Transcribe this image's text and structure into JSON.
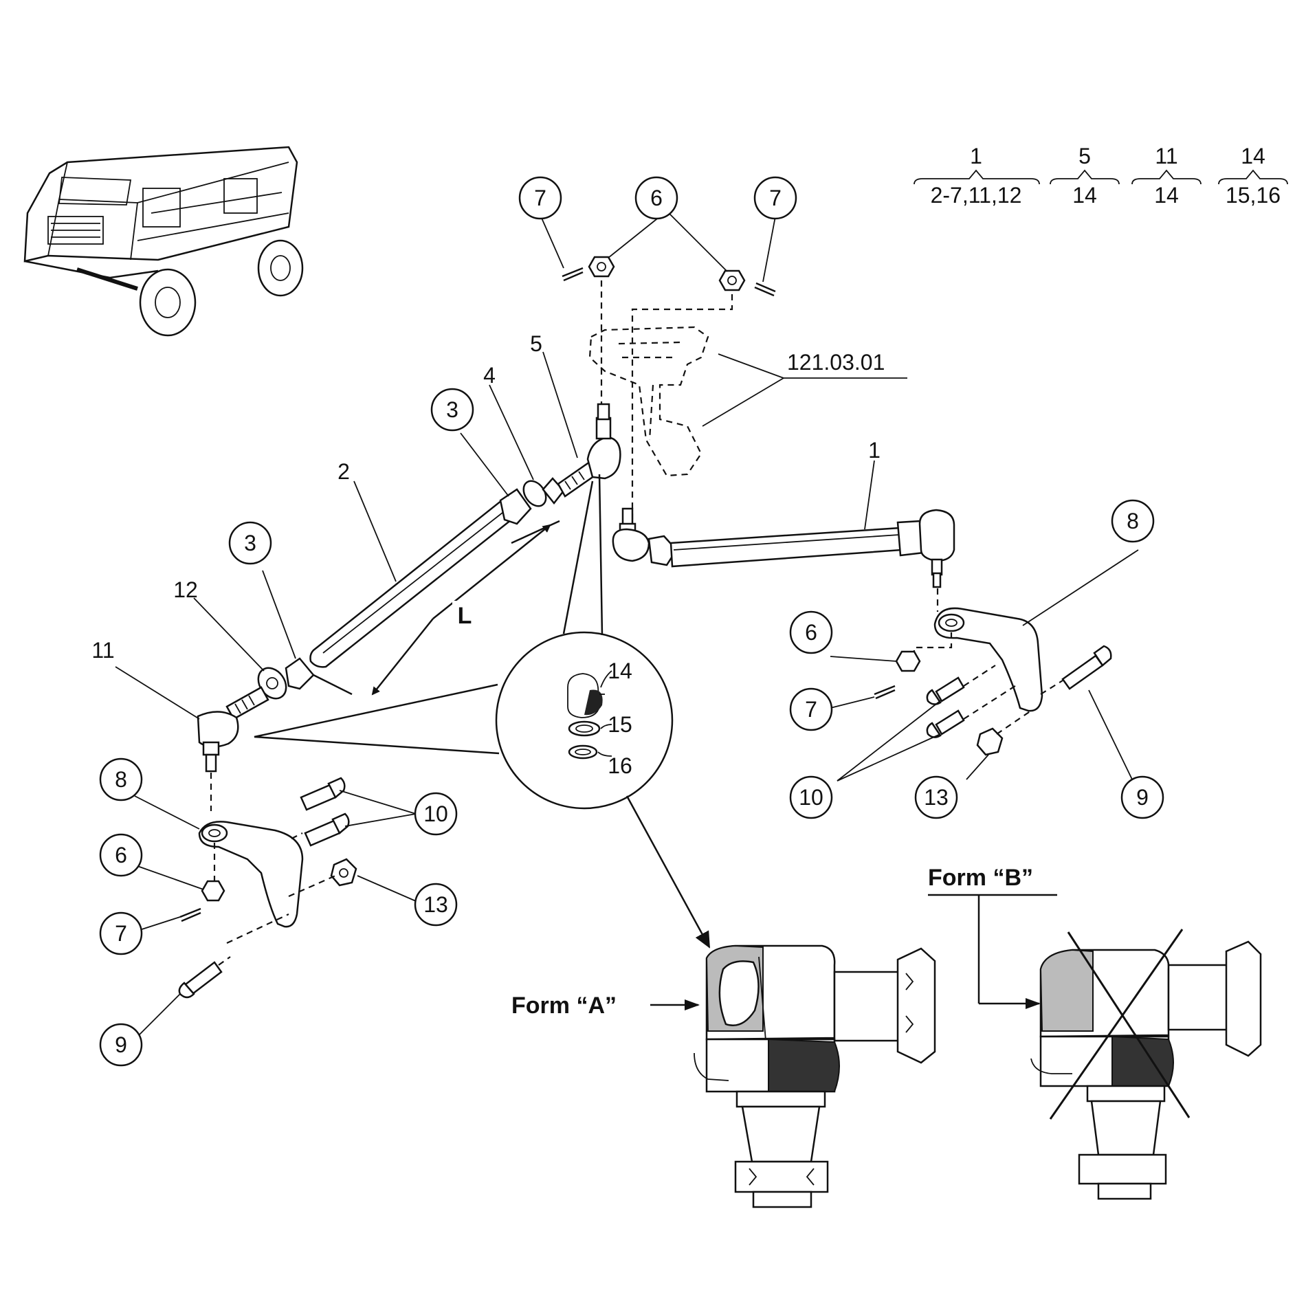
{
  "legend": [
    {
      "top": "1",
      "bottom": "2-7,11,12"
    },
    {
      "top": "5",
      "bottom": "14"
    },
    {
      "top": "11",
      "bottom": "14"
    },
    {
      "top": "14",
      "bottom": "15,16"
    }
  ],
  "reference_label": "121.03.01",
  "dimension_label": "L",
  "form_a_label": "Form “A”",
  "form_b_label": "Form “B”",
  "callouts": {
    "c1": "1",
    "c2": "2",
    "c3a": "3",
    "c3b": "3",
    "c4": "4",
    "c5": "5",
    "c6top": "6",
    "c6right": "6",
    "c6left": "6",
    "c7topleft": "7",
    "c7topright": "7",
    "c7right": "7",
    "c7left": "7",
    "c8right": "8",
    "c8left": "8",
    "c9right": "9",
    "c9left": "9",
    "c10right": "10",
    "c10left": "10",
    "c11": "11",
    "c12": "12",
    "c13right": "13",
    "c13left": "13",
    "c14": "14",
    "c15": "15",
    "c16": "16"
  }
}
